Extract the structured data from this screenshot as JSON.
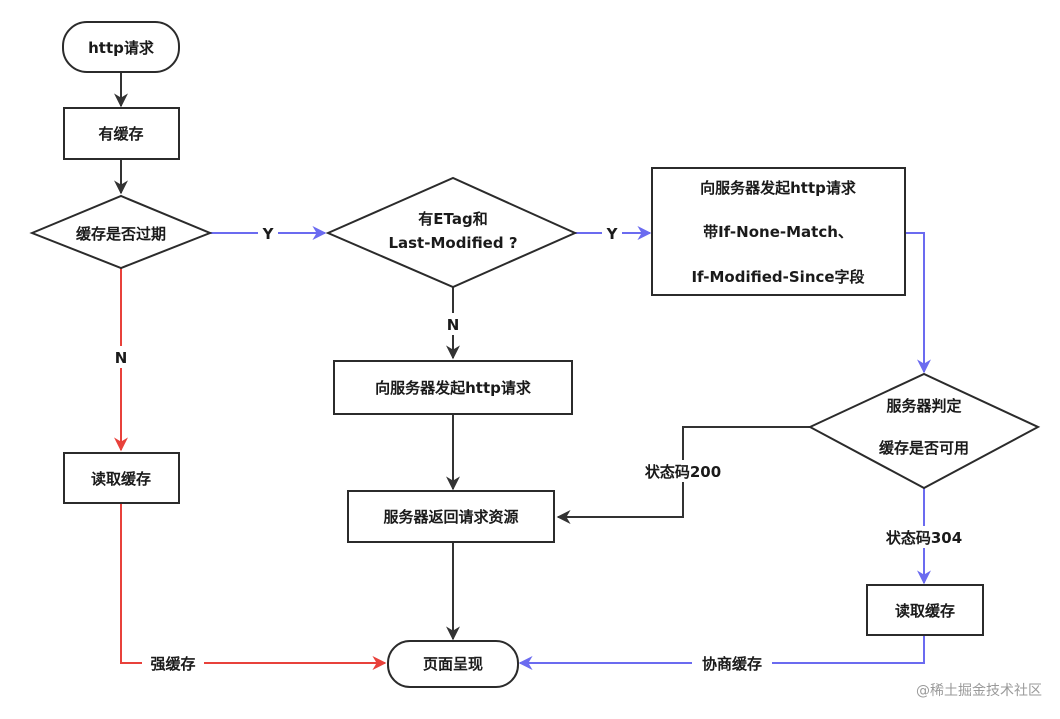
{
  "nodes": {
    "start": "http请求",
    "has_cache": "有缓存",
    "cache_expired": "缓存是否过期",
    "etag_check_line1": "有ETag和",
    "etag_check_line2": "Last-Modified ?",
    "request_with_headers_line1": "向服务器发起http请求",
    "request_with_headers_line2": "带If-None-Match、",
    "request_with_headers_line3": "If-Modified-Since字段",
    "read_cache_left": "读取缓存",
    "request_plain": "向服务器发起http请求",
    "server_judge_line1": "服务器判定",
    "server_judge_line2": "缓存是否可用",
    "server_return": "服务器返回请求资源",
    "read_cache_right": "读取缓存",
    "page_render": "页面呈现"
  },
  "edge_labels": {
    "y1": "Y",
    "y2": "Y",
    "n1": "N",
    "n2": "N",
    "status_200": "状态码200",
    "status_304": "状态码304",
    "strong_cache": "强缓存",
    "negotiate_cache": "协商缓存"
  },
  "watermark": "@稀土掘金技术社区",
  "colors": {
    "default_line": "#333333",
    "strong_cache_line": "#e8413b",
    "negotiate_line": "#6b6bf0"
  }
}
